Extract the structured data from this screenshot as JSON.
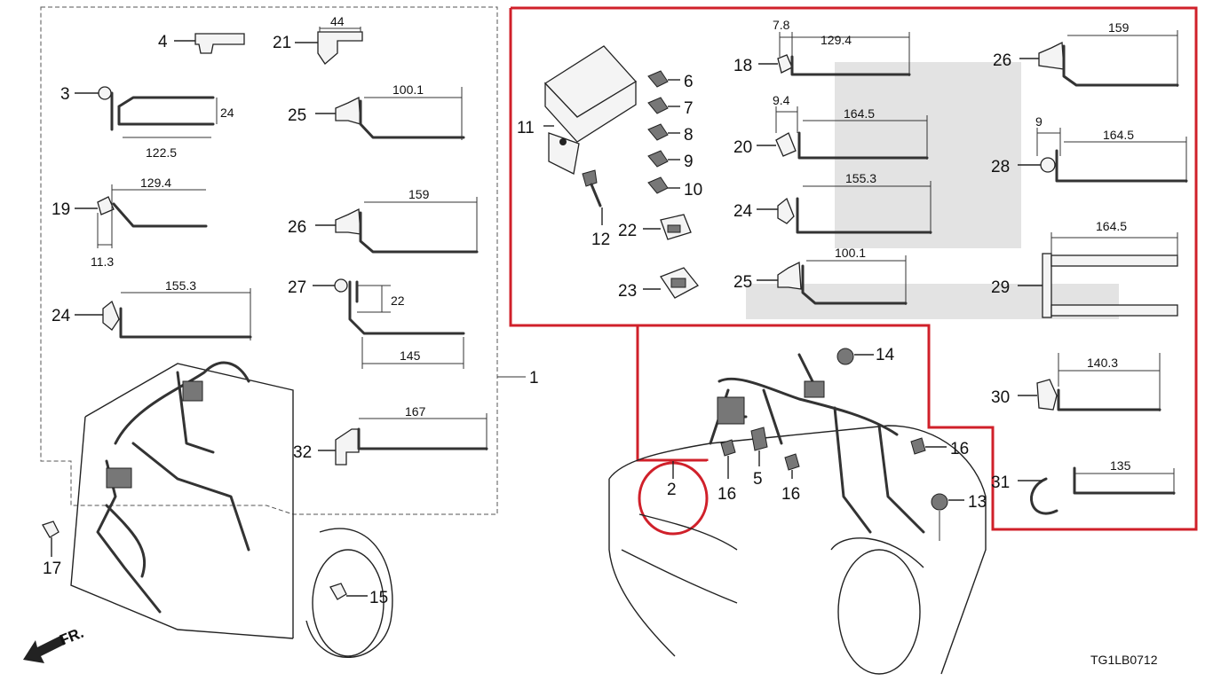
{
  "callouts": {
    "c1": "1",
    "c2": "2",
    "c3": "3",
    "c4": "4",
    "c5": "5",
    "c6": "6",
    "c7": "7",
    "c8": "8",
    "c9": "9",
    "c10": "10",
    "c11": "11",
    "c12": "12",
    "c13": "13",
    "c14": "14",
    "c15": "15",
    "c16a": "16",
    "c16b": "16",
    "c16c": "16",
    "c17": "17",
    "c18": "18",
    "c19": "19",
    "c20": "20",
    "c21": "21",
    "c22": "22",
    "c23": "23",
    "c24a": "24",
    "c24b": "24",
    "c25a": "25",
    "c25b": "25",
    "c26a": "26",
    "c26b": "26",
    "c27": "27",
    "c28": "28",
    "c29": "29",
    "c30": "30",
    "c31": "31",
    "c32": "32"
  },
  "dimensions": {
    "d21": "44",
    "d3_len": "122.5",
    "d3_h": "24",
    "d19_len": "129.4",
    "d19_off": "11.3",
    "d24a": "155.3",
    "d25a": "100.1",
    "d26a": "159",
    "d27_h": "22",
    "d27_len": "145",
    "d32": "167",
    "d18_off": "7.8",
    "d18_len": "129.4",
    "d20_off": "9.4",
    "d20_len": "164.5",
    "d24b": "155.3",
    "d25b": "100.1",
    "d26b": "159",
    "d28_off": "9",
    "d28_len": "164.5",
    "d29": "164.5",
    "d30": "140.3",
    "d31": "135"
  },
  "direction_label": "FR.",
  "diagram_code": "TG1LB0712",
  "colors": {
    "highlight": "#d0202a",
    "ink": "#222222"
  }
}
